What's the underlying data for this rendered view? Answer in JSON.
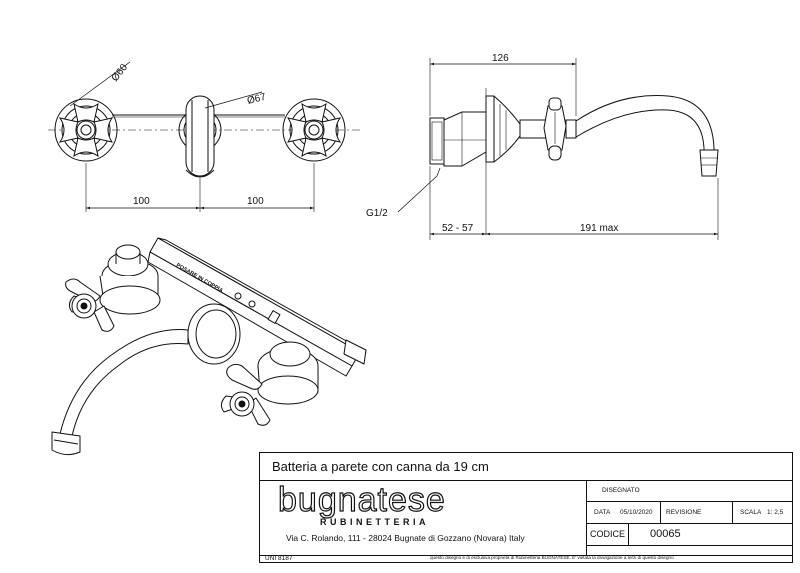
{
  "dimensions": {
    "dia_60": "Ø60",
    "dia_67": "Ø67",
    "spacing_left": "100",
    "spacing_right": "100",
    "depth_total": "126",
    "thread": "G1/2",
    "wall_range": "52 - 57",
    "spout_reach": "191 max"
  },
  "iso_label": "POSARE IN COPPIA",
  "title_block": {
    "title": "Batteria a parete con canna da 19 cm",
    "logo_text": "bugnatese",
    "logo_sub": "RUBINETTERIA",
    "address": "Via C. Rolando, 111 - 28024 Bugnate di Gozzano (Novara) Italy",
    "disegnato_label": "DISEGNATO",
    "data_label": "DATA",
    "data_value": "05/10/2020",
    "revisione_label": "REVISIONE",
    "scala_label": "SCALA",
    "scala_value": "1: 2,5",
    "codice_label": "CODICE",
    "codice_value": "00065",
    "uni": "UNI 8187",
    "notice": "questo disegno è di esclusiva proprietà di Rubinetteria BUGNATESE. E' vietata la divulgazione a terzi di questo disegno"
  }
}
